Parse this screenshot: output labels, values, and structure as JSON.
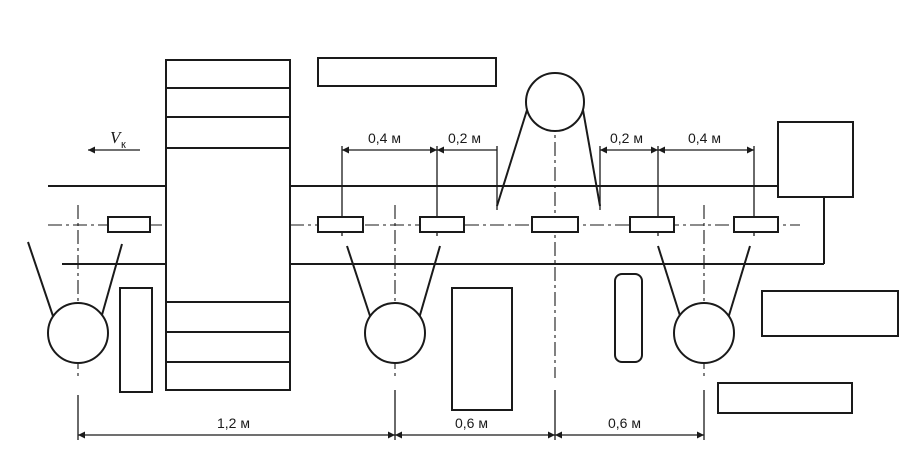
{
  "labels": {
    "speed": "V",
    "speed_sub": "к",
    "dim_left_04": "0,4 м",
    "dim_left_02": "0,2 м",
    "dim_right_02": "0,2 м",
    "dim_right_04": "0,4 м",
    "dim_12": "1,2 м",
    "dim_06_a": "0,6 м",
    "dim_06_b": "0,6 м"
  },
  "colors": {
    "ink": "#1a1a1a",
    "paper": "#ffffff"
  }
}
